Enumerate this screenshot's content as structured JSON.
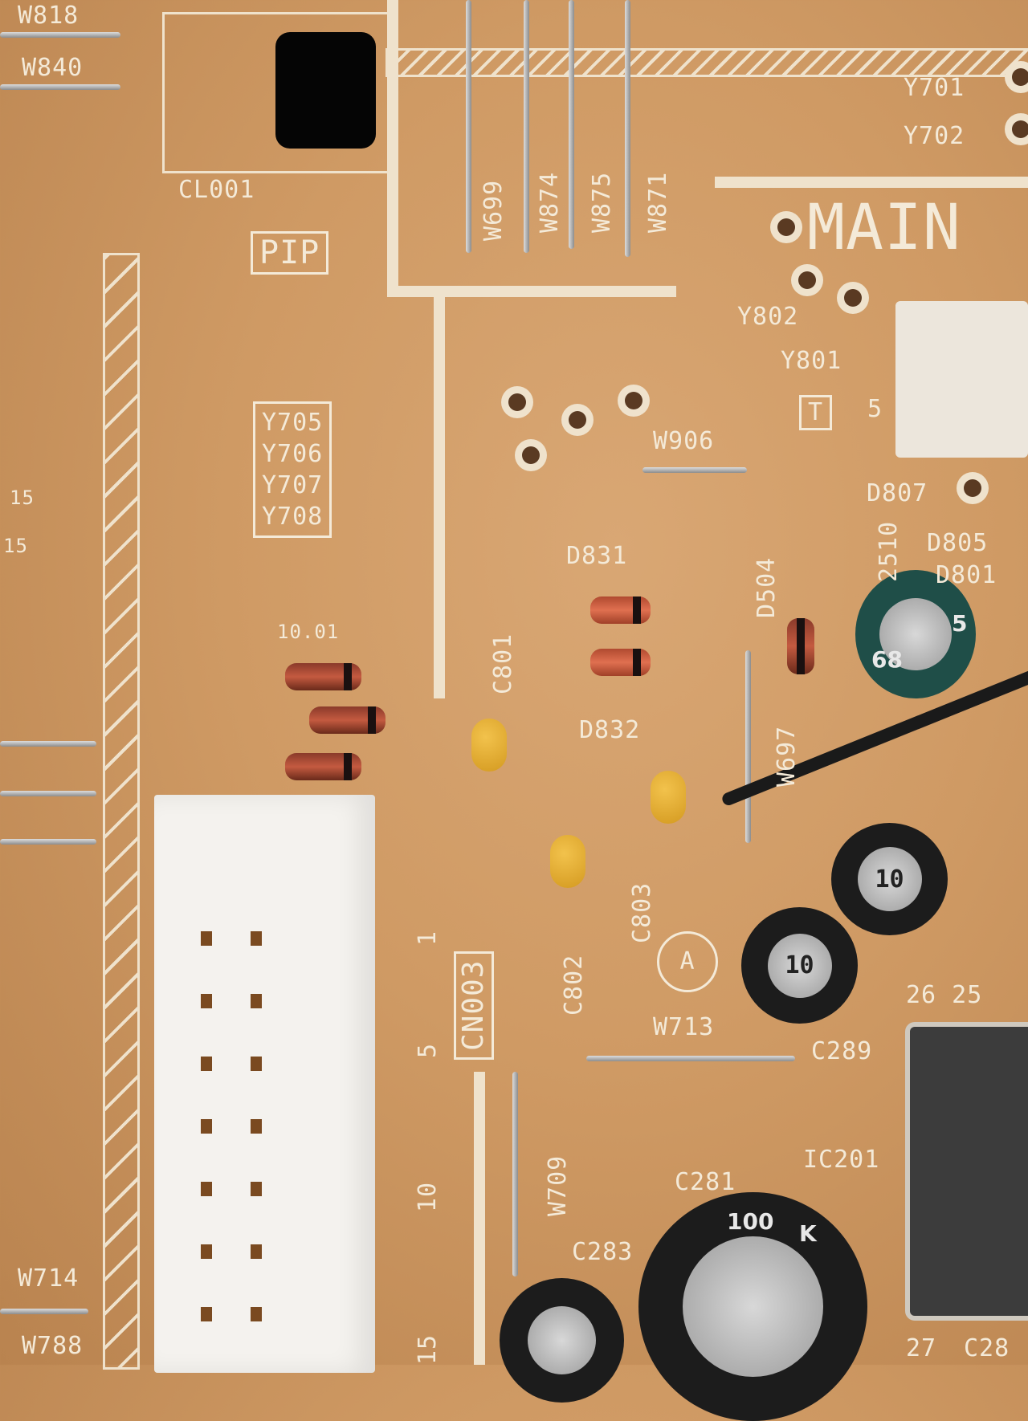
{
  "board": {
    "color": "#cf9a64",
    "silkscreen_color": "#f4ead8",
    "labels": {
      "w818": "W818",
      "w840": "W840",
      "cl001": "CL001",
      "pip": "PIP",
      "w699": "W699",
      "w874": "W874",
      "w875": "W875",
      "w871": "W871",
      "y701": "Y701",
      "y702": "Y702",
      "main": "MAIN",
      "y802": "Y802",
      "y801": "Y801",
      "t": "T",
      "five_t": "5",
      "w906": "W906",
      "y705": "Y705",
      "y706": "Y706",
      "y707": "Y707",
      "y708": "Y708",
      "tenoi": "10.01",
      "d831": "D831",
      "d832": "D832",
      "c801": "C801",
      "d504": "D504",
      "w697": "W697",
      "d807": "D807",
      "d805": "D805",
      "d801": "D801",
      "c510": "2510",
      "cn003": "CN003",
      "c802": "C802",
      "c803": "C803",
      "a": "A",
      "w713": "W713",
      "c289": "C289",
      "pins_2625": "26 25",
      "ic201": "IC201",
      "c281": "C281",
      "c283": "C283",
      "w709": "W709",
      "w714": "W714",
      "w788": "W788",
      "pin1": "1",
      "pin5": "5",
      "pin10": "10",
      "pin15": "15",
      "left15a": "15",
      "left15b": "15",
      "pin27": "27",
      "c28x": "C28"
    },
    "capacitor_markings": {
      "green_cap": "68",
      "green_cap2": "5",
      "cap_a": "10",
      "cap_b": "10",
      "big_cap": "100",
      "big_cap_k": "K"
    }
  }
}
